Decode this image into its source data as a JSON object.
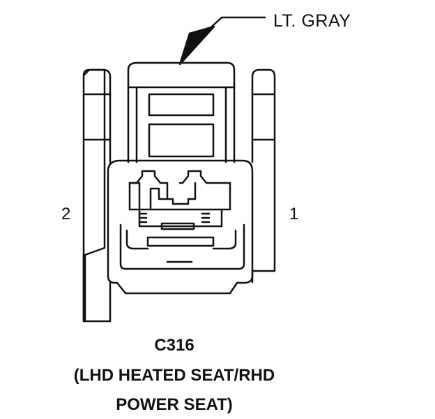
{
  "callout": {
    "text": "LT. GRAY"
  },
  "pins": {
    "left": "2",
    "right": "1"
  },
  "connector": {
    "id": "C316",
    "desc_line1": "(LHD HEATED SEAT/RHD",
    "desc_line2": "POWER SEAT)"
  }
}
